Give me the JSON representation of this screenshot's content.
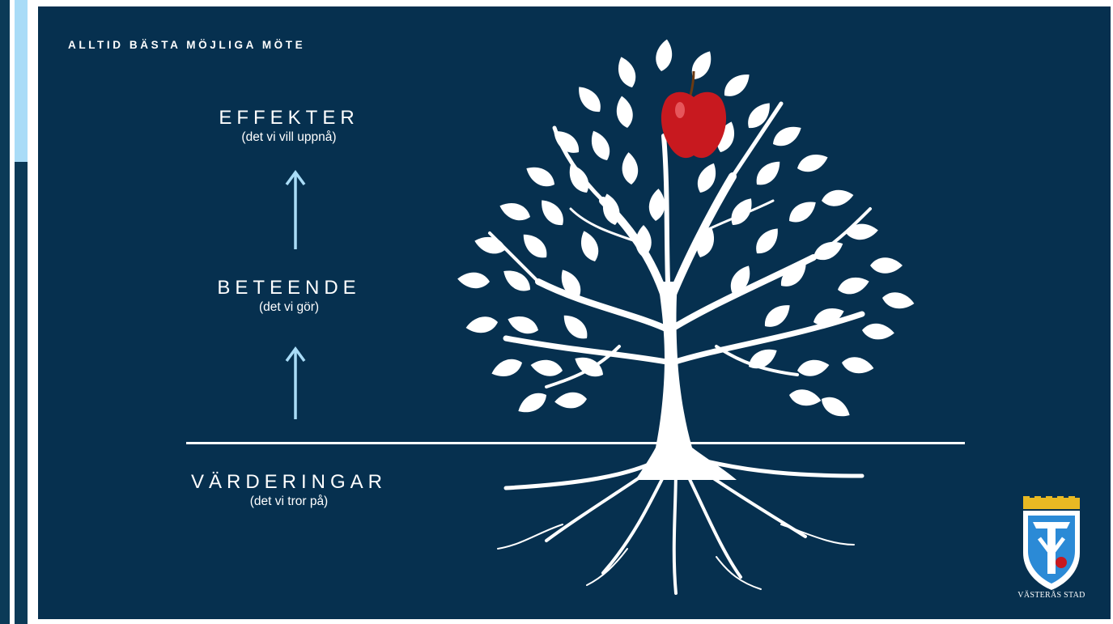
{
  "slide": {
    "header": "ALLTID BÄSTA MÖJLIGA MÖTE",
    "levels": [
      {
        "title": "EFFEKTER",
        "subtitle": "(det vi vill uppnå)"
      },
      {
        "title": "BETEENDE",
        "subtitle": "(det vi gör)"
      },
      {
        "title": "VÄRDERINGAR",
        "subtitle": "(det vi tror på)"
      }
    ],
    "logo_text": "VÄSTERÅS STAD"
  },
  "colors": {
    "background": "#06304f",
    "accent_light": "#a9dcf7",
    "side_bar": "#0b3a57",
    "apple": "#c8191f"
  },
  "icons": [
    "up-arrow-icon",
    "tree-illustration",
    "apple-icon",
    "vasteras-coat-of-arms-logo"
  ]
}
